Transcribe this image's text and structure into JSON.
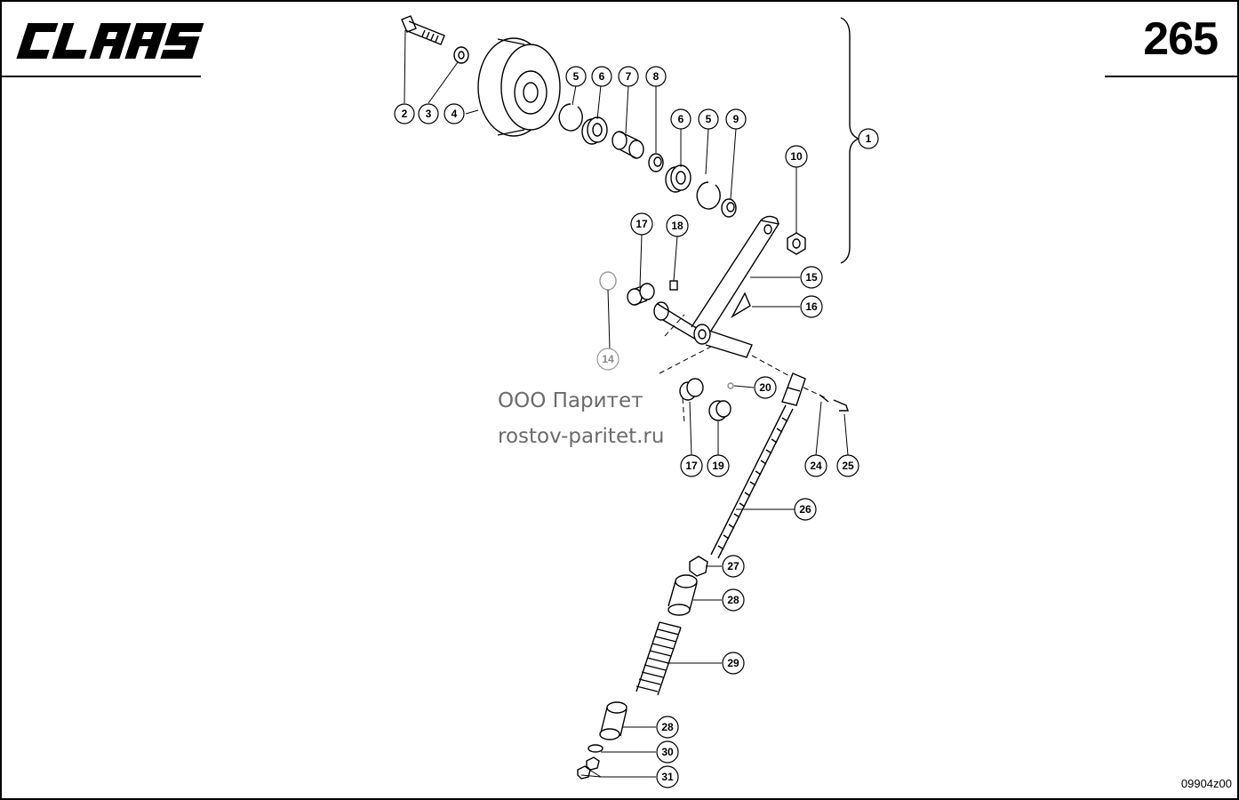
{
  "header": {
    "brand": "CLAAS",
    "page_number": "265"
  },
  "callouts": [
    "2",
    "3",
    "4",
    "5",
    "6",
    "7",
    "8",
    "6",
    "5",
    "9",
    "1",
    "10",
    "17",
    "18",
    "15",
    "16",
    "14",
    "20",
    "17",
    "19",
    "24",
    "25",
    "26",
    "27",
    "28",
    "29",
    "28",
    "30",
    "31"
  ],
  "watermark": {
    "company": "ООО Паритет",
    "website": "rostov-paritet.ru"
  },
  "footer": {
    "drawing_code": "09904z00"
  },
  "colors": {
    "ink": "#000000",
    "watermark": "#6b6b6b",
    "muted_callout": "#888888"
  }
}
